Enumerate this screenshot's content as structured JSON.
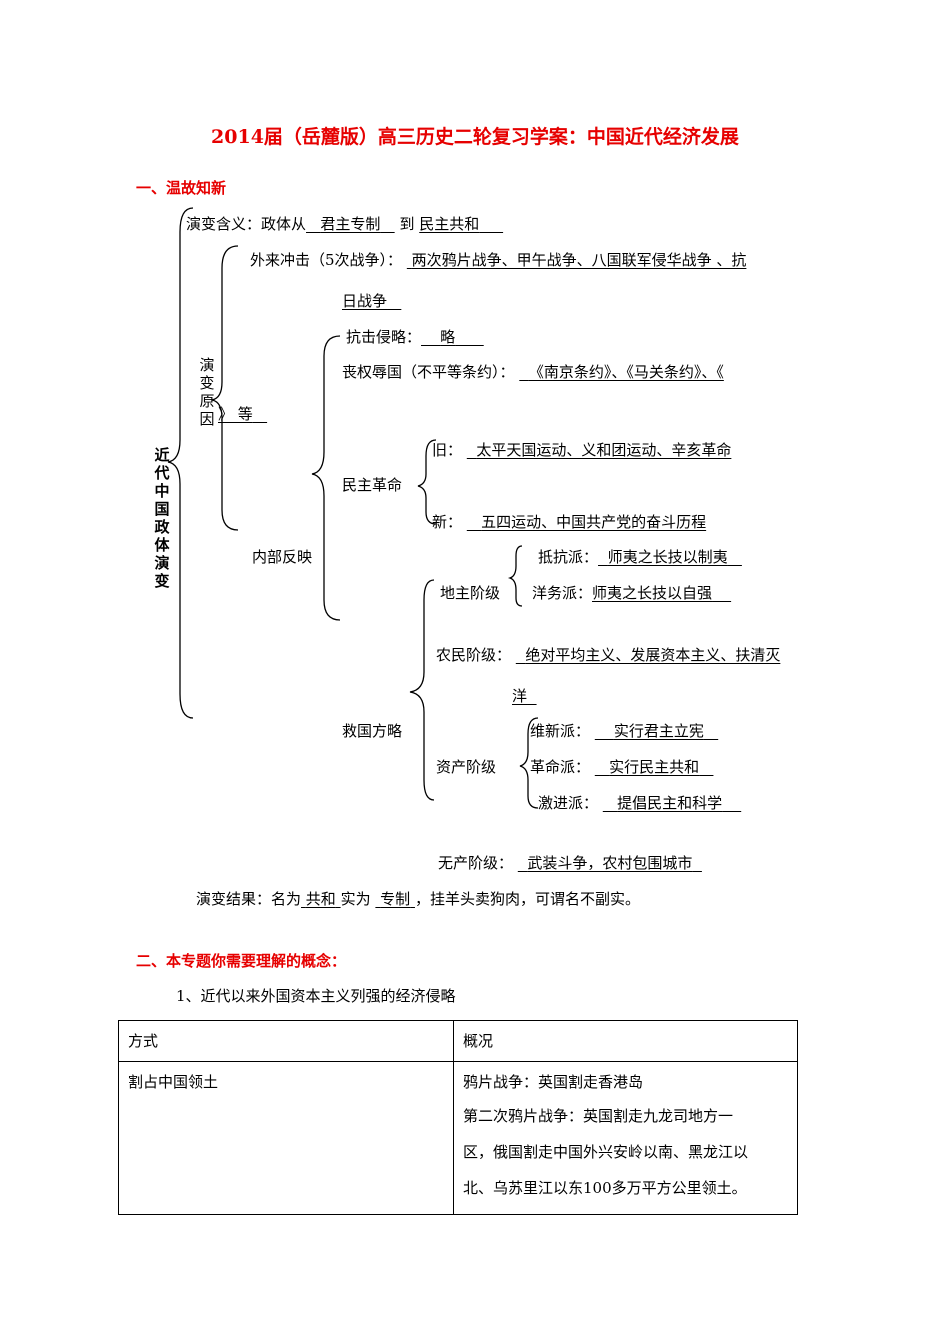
{
  "title": "2014届（岳麓版）高三历史二轮复习学案：中国近代经济发展",
  "section1": {
    "heading": "一、温故知新",
    "root_label": "近代中国政体演变",
    "meaning": {
      "prefix": "演变含义：政体从",
      "from": "君主专制",
      "mid": "到",
      "to": "民主共和"
    },
    "cause_label": "演变原因",
    "cause_suffix": "》 等",
    "external": {
      "label": "外来冲击（5次战争）：",
      "value_line1": "两次鸦片战争、甲午战争、八国联军侵华战争 、抗",
      "value_line2": "日战争"
    },
    "resist": {
      "label": "抗击侵略：",
      "value": "略"
    },
    "treaties": {
      "label": "丧权辱国（不平等条约）：",
      "value": "《南京条约》、《马关条约》、《"
    },
    "democratic": {
      "label": "民主革命",
      "old_label": "旧：",
      "old_value": "太平天国运动、义和团运动、辛亥革命",
      "new_label": "新：",
      "new_value": "五四运动、中国共产党的奋斗历程"
    },
    "internal_label": "内部反映",
    "landlord": {
      "label": "地主阶级",
      "resist_label": "抵抗派：",
      "resist_value": "师夷之长技以制夷",
      "westernize_label": "洋务派：",
      "westernize_value": "师夷之长技以自强"
    },
    "peasant": {
      "label": "农民阶级：",
      "value_line1": "绝对平均主义、发展资本主义、扶清灭",
      "value_line2": "洋"
    },
    "saving_label": "救国方略",
    "bourgeois": {
      "label": "资产阶级",
      "reform_label": "维新派：",
      "reform_value": "实行君主立宪",
      "revolution_label": "革命派：",
      "revolution_value": "实行民主共和",
      "radical_label": "激进派：",
      "radical_value": "提倡民主和科学"
    },
    "proletariat": {
      "label": "无产阶级：",
      "value": "武装斗争，农村包围城市"
    },
    "result": {
      "prefix": "演变结果：名为",
      "name_value": "共和",
      "mid": "实为",
      "real_value": "专制",
      "suffix": "，挂羊头卖狗肉，可谓名不副实。"
    }
  },
  "section2": {
    "heading": "二、本专题你需要理解的概念：",
    "sub1": "1、近代以来外国资本主义列强的经济侵略",
    "table": {
      "headers": [
        "方式",
        "概况"
      ],
      "row1_col1": "割占中国领土",
      "row1_col2_line1": "鸦片战争：英国割走香港岛",
      "row1_col2_line2": "第二次鸦片战争：英国割走九龙司地方一",
      "row1_col2_line3": "区，俄国割走中国外兴安岭以南、黑龙江以",
      "row1_col2_line4": "北、乌苏里江以东100多万平方公里领土。"
    }
  }
}
